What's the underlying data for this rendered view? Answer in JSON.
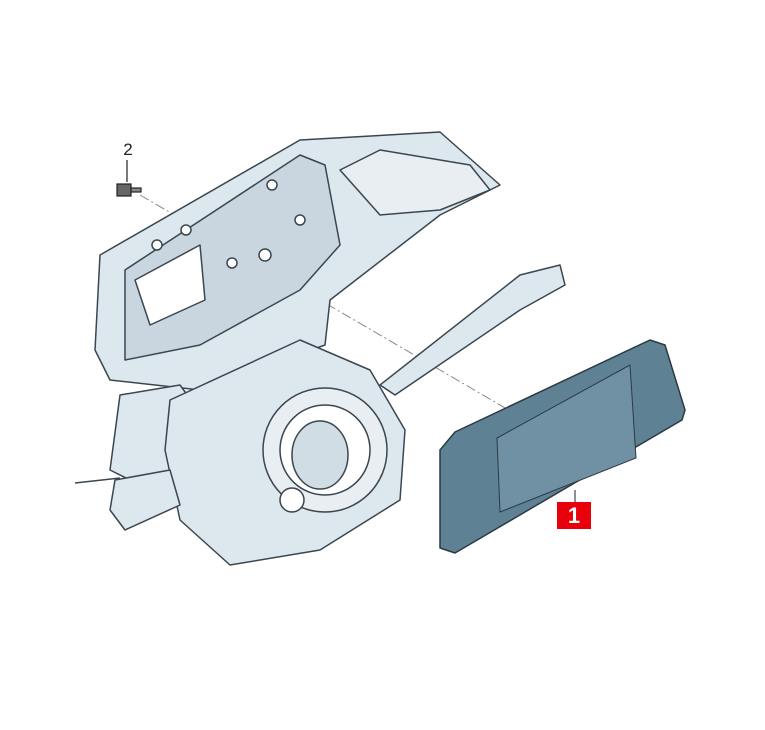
{
  "diagram": {
    "callouts": [
      {
        "number": "1",
        "part": "display-unit",
        "highlighted": true,
        "color": "#e8000b"
      },
      {
        "number": "2",
        "part": "screw",
        "highlighted": false
      }
    ],
    "colors": {
      "part_fill": "#dde7ee",
      "part_stroke": "#3a4650",
      "display_fill": "#5e8194"
    }
  }
}
